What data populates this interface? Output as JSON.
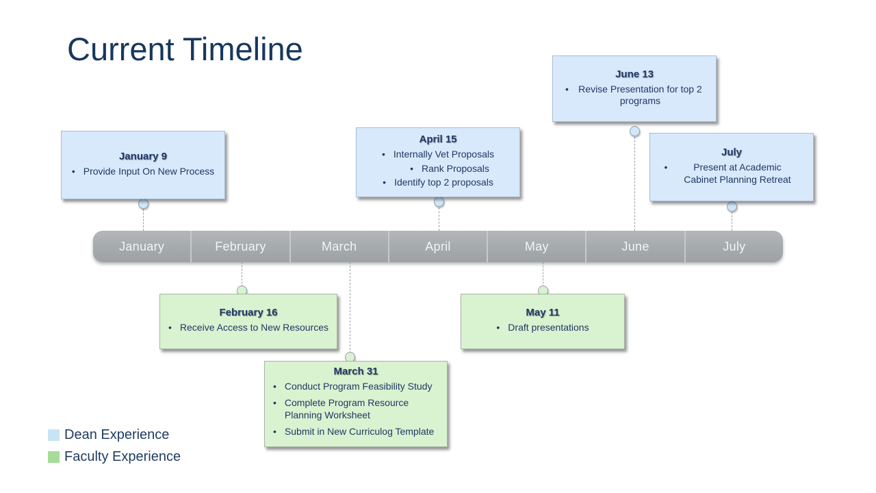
{
  "title": "Current Timeline",
  "timeline": {
    "months": [
      "January",
      "February",
      "March",
      "April",
      "May",
      "June",
      "July"
    ]
  },
  "events": [
    {
      "date": "January 9",
      "track": "dean",
      "bullets": [
        {
          "text": "Provide Input On New Process",
          "level": 1
        }
      ]
    },
    {
      "date": "February 16",
      "track": "faculty",
      "bullets": [
        {
          "text": "Receive Access to New Resources",
          "level": 1
        }
      ]
    },
    {
      "date": "March 31",
      "track": "faculty",
      "bullets": [
        {
          "text": "Conduct Program Feasibility Study",
          "level": 1
        },
        {
          "text": "Complete Program Resource Planning Worksheet",
          "level": 1
        },
        {
          "text": "Submit in New Curriculog Template",
          "level": 1
        }
      ]
    },
    {
      "date": "April 15",
      "track": "dean",
      "bullets": [
        {
          "text": "Internally Vet Proposals",
          "level": 1
        },
        {
          "text": "Rank Proposals",
          "level": 2
        },
        {
          "text": "Identify top 2 proposals",
          "level": 1
        }
      ]
    },
    {
      "date": "May 11",
      "track": "faculty",
      "bullets": [
        {
          "text": "Draft presentations",
          "level": 1
        }
      ]
    },
    {
      "date": "June 13",
      "track": "dean",
      "bullets": [
        {
          "text": "Revise Presentation for top 2 programs",
          "level": 1
        }
      ]
    },
    {
      "date": "July",
      "track": "dean",
      "bullets": [
        {
          "text": "Present at Academic Cabinet Planning Retreat",
          "level": 1
        }
      ]
    }
  ],
  "legend": [
    {
      "label": "Dean Experience",
      "color": "#c7e4f5"
    },
    {
      "label": "Faculty Experience",
      "color": "#a5dd97"
    }
  ],
  "colors": {
    "title_text": "#17375e",
    "body_text": "#1f3864",
    "dean_box_fill": "#d8e9fb",
    "faculty_box_fill": "#d9f2d0",
    "timeline_bar": "#a5aaad",
    "timeline_text": "#f3f4f4"
  }
}
